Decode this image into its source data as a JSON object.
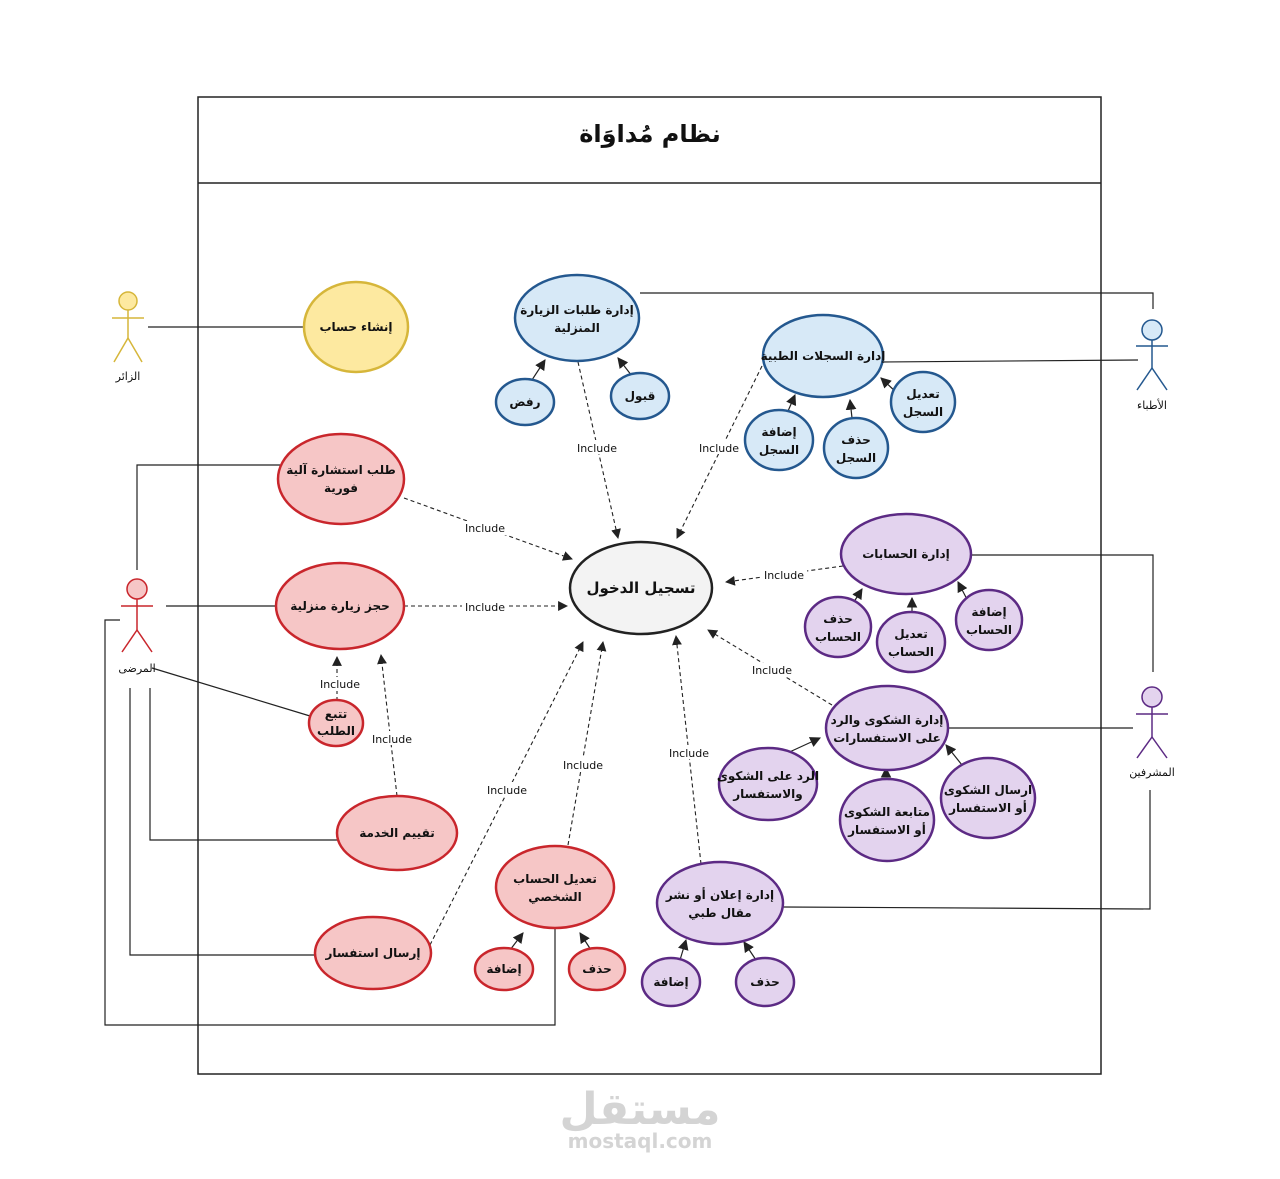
{
  "title": "نظام مُداوَاة",
  "include_label": "Include",
  "actors": {
    "visitor": "الزائر",
    "doctors": "الأطباء",
    "patients": "المرضى",
    "supervisors": "المشرفين"
  },
  "use_cases": {
    "create_account": "إنشاء حساب",
    "manage_visit_requests": [
      "إدارة طلبات الزيارة",
      "المنزلية"
    ],
    "reject": "رفض",
    "accept": "قبول",
    "manage_records": "إدارة السجلات الطبية",
    "add_record": [
      "إضافة",
      "السجل"
    ],
    "delete_record": [
      "حذف",
      "السجل"
    ],
    "edit_record": [
      "تعديل",
      "السجل"
    ],
    "instant_consult": [
      "طلب استشارة آلية",
      "فورية"
    ],
    "login": "تسجيل الدخول",
    "manage_accounts": "إدارة الحسابات",
    "delete_account": [
      "حذف",
      "الحساب"
    ],
    "edit_account": [
      "تعديل",
      "الحساب"
    ],
    "add_account": [
      "إضافة",
      "الحساب"
    ],
    "book_visit": "حجز زيارة منزلية",
    "track_request": [
      "تتبع",
      "الطلب"
    ],
    "manage_complaints": [
      "إدارة الشكوى والرد",
      "على الاستفسارات"
    ],
    "reply_complaint": [
      "الرد على الشكوى",
      "والاستفسار"
    ],
    "follow_complaint": [
      "متابعة الشكوى",
      "أو الاستفسار"
    ],
    "send_complaint": [
      "ارسال الشكوى",
      "أو الاستفسار"
    ],
    "rate_service": "تقييم الخدمة",
    "edit_profile": [
      "تعديل الحساب",
      "الشخصي"
    ],
    "add": "إضافة",
    "delete": "حذف",
    "manage_ads": [
      "إدارة إعلان أو نشر",
      "مقال طبي"
    ],
    "send_inquiry": "إرسال استفسار"
  },
  "colors": {
    "yellow_fill": "#fde9a0",
    "yellow_stroke": "#d6b63a",
    "blue_fill": "#d7e9f7",
    "blue_stroke": "#24588f",
    "red_fill": "#f6c6c6",
    "red_stroke": "#c9262c",
    "purple_fill": "#e3d3ee",
    "purple_stroke": "#5c2a84",
    "login_fill": "#f3f3f3",
    "login_stroke": "#222222"
  },
  "watermark": {
    "arabic": "مستقل",
    "latin": "mostaql.com"
  }
}
